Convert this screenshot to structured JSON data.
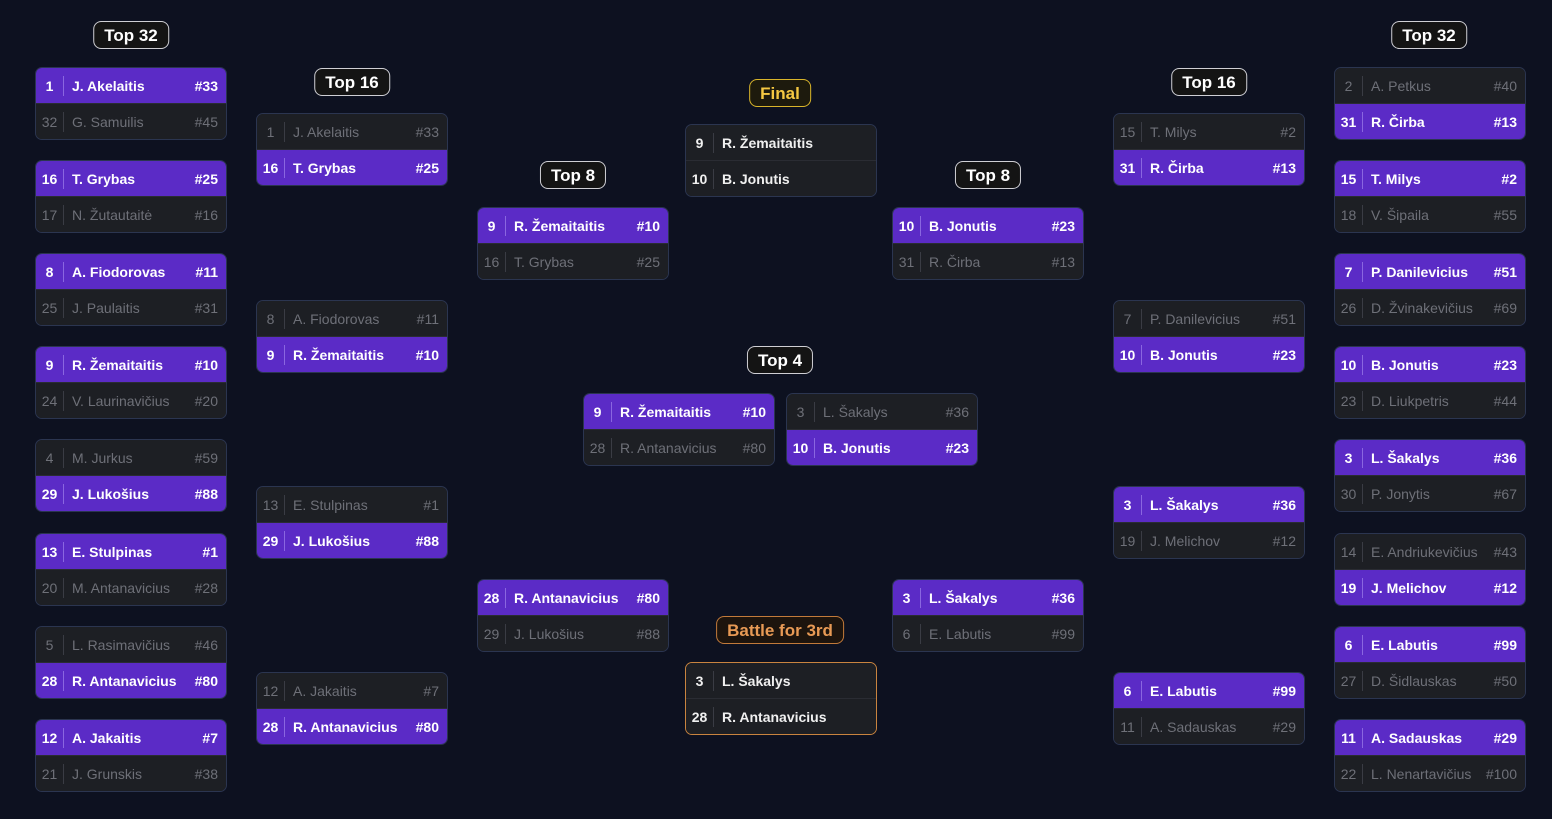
{
  "labels": {
    "top32_left": "Top 32",
    "top16_left": "Top 16",
    "top8_left": "Top 8",
    "final": "Final",
    "top4": "Top 4",
    "battle3rd": "Battle for 3rd",
    "top8_right": "Top 8",
    "top16_right": "Top 16",
    "top32_right": "Top 32"
  },
  "colors": {
    "background": "#0d1120",
    "winner": "#5b2bc6",
    "card": "#1d1f24",
    "final_accent": "#f5c842",
    "bronze_accent": "#e89a55"
  },
  "matches": [
    {
      "id": "l32-1",
      "rows": [
        {
          "seed": "1",
          "name": "J. Akelaitis",
          "rank": "#33",
          "state": "win"
        },
        {
          "seed": "32",
          "name": "G. Samuilis",
          "rank": "#45",
          "state": "lose"
        }
      ]
    },
    {
      "id": "l32-2",
      "rows": [
        {
          "seed": "16",
          "name": "T. Grybas",
          "rank": "#25",
          "state": "win"
        },
        {
          "seed": "17",
          "name": "N. Žutautaitė",
          "rank": "#16",
          "state": "lose"
        }
      ]
    },
    {
      "id": "l32-3",
      "rows": [
        {
          "seed": "8",
          "name": "A. Fiodorovas",
          "rank": "#11",
          "state": "win"
        },
        {
          "seed": "25",
          "name": "J. Paulaitis",
          "rank": "#31",
          "state": "lose"
        }
      ]
    },
    {
      "id": "l32-4",
      "rows": [
        {
          "seed": "9",
          "name": "R. Žemaitaitis",
          "rank": "#10",
          "state": "win"
        },
        {
          "seed": "24",
          "name": "V. Laurinavičius",
          "rank": "#20",
          "state": "lose"
        }
      ]
    },
    {
      "id": "l32-5",
      "rows": [
        {
          "seed": "4",
          "name": "M. Jurkus",
          "rank": "#59",
          "state": "lose"
        },
        {
          "seed": "29",
          "name": "J. Lukošius",
          "rank": "#88",
          "state": "win"
        }
      ]
    },
    {
      "id": "l32-6",
      "rows": [
        {
          "seed": "13",
          "name": "E. Stulpinas",
          "rank": "#1",
          "state": "win"
        },
        {
          "seed": "20",
          "name": "M. Antanavicius",
          "rank": "#28",
          "state": "lose"
        }
      ]
    },
    {
      "id": "l32-7",
      "rows": [
        {
          "seed": "5",
          "name": "L. Rasimavičius",
          "rank": "#46",
          "state": "lose"
        },
        {
          "seed": "28",
          "name": "R. Antanavicius",
          "rank": "#80",
          "state": "win"
        }
      ]
    },
    {
      "id": "l32-8",
      "rows": [
        {
          "seed": "12",
          "name": "A. Jakaitis",
          "rank": "#7",
          "state": "win"
        },
        {
          "seed": "21",
          "name": "J. Grunskis",
          "rank": "#38",
          "state": "lose"
        }
      ]
    },
    {
      "id": "l16-1",
      "rows": [
        {
          "seed": "1",
          "name": "J. Akelaitis",
          "rank": "#33",
          "state": "lose"
        },
        {
          "seed": "16",
          "name": "T. Grybas",
          "rank": "#25",
          "state": "win"
        }
      ]
    },
    {
      "id": "l16-2",
      "rows": [
        {
          "seed": "8",
          "name": "A. Fiodorovas",
          "rank": "#11",
          "state": "lose"
        },
        {
          "seed": "9",
          "name": "R. Žemaitaitis",
          "rank": "#10",
          "state": "win"
        }
      ]
    },
    {
      "id": "l16-3",
      "rows": [
        {
          "seed": "13",
          "name": "E. Stulpinas",
          "rank": "#1",
          "state": "lose"
        },
        {
          "seed": "29",
          "name": "J. Lukošius",
          "rank": "#88",
          "state": "win"
        }
      ]
    },
    {
      "id": "l16-4",
      "rows": [
        {
          "seed": "12",
          "name": "A. Jakaitis",
          "rank": "#7",
          "state": "lose"
        },
        {
          "seed": "28",
          "name": "R. Antanavicius",
          "rank": "#80",
          "state": "win"
        }
      ]
    },
    {
      "id": "l8-1",
      "rows": [
        {
          "seed": "9",
          "name": "R. Žemaitaitis",
          "rank": "#10",
          "state": "win"
        },
        {
          "seed": "16",
          "name": "T. Grybas",
          "rank": "#25",
          "state": "lose"
        }
      ]
    },
    {
      "id": "l8-2",
      "rows": [
        {
          "seed": "28",
          "name": "R. Antanavicius",
          "rank": "#80",
          "state": "win"
        },
        {
          "seed": "29",
          "name": "J. Lukošius",
          "rank": "#88",
          "state": "lose"
        }
      ]
    },
    {
      "id": "final",
      "rows": [
        {
          "seed": "9",
          "name": "R. Žemaitaitis",
          "rank": "",
          "state": "plain"
        },
        {
          "seed": "10",
          "name": "B. Jonutis",
          "rank": "",
          "state": "plain"
        }
      ]
    },
    {
      "id": "t4-l",
      "rows": [
        {
          "seed": "9",
          "name": "R. Žemaitaitis",
          "rank": "#10",
          "state": "win"
        },
        {
          "seed": "28",
          "name": "R. Antanavicius",
          "rank": "#80",
          "state": "lose"
        }
      ]
    },
    {
      "id": "t4-r",
      "rows": [
        {
          "seed": "3",
          "name": "L. Šakalys",
          "rank": "#36",
          "state": "lose"
        },
        {
          "seed": "10",
          "name": "B. Jonutis",
          "rank": "#23",
          "state": "win"
        }
      ]
    },
    {
      "id": "bronze",
      "rows": [
        {
          "seed": "3",
          "name": "L. Šakalys",
          "rank": "",
          "state": "plain"
        },
        {
          "seed": "28",
          "name": "R. Antanavicius",
          "rank": "",
          "state": "plain"
        }
      ]
    },
    {
      "id": "r8-1",
      "rows": [
        {
          "seed": "10",
          "name": "B. Jonutis",
          "rank": "#23",
          "state": "win"
        },
        {
          "seed": "31",
          "name": "R. Čirba",
          "rank": "#13",
          "state": "lose"
        }
      ]
    },
    {
      "id": "r8-2",
      "rows": [
        {
          "seed": "3",
          "name": "L. Šakalys",
          "rank": "#36",
          "state": "win"
        },
        {
          "seed": "6",
          "name": "E. Labutis",
          "rank": "#99",
          "state": "lose"
        }
      ]
    },
    {
      "id": "r16-1",
      "rows": [
        {
          "seed": "15",
          "name": "T. Milys",
          "rank": "#2",
          "state": "lose"
        },
        {
          "seed": "31",
          "name": "R. Čirba",
          "rank": "#13",
          "state": "win"
        }
      ]
    },
    {
      "id": "r16-2",
      "rows": [
        {
          "seed": "7",
          "name": "P. Danilevicius",
          "rank": "#51",
          "state": "lose"
        },
        {
          "seed": "10",
          "name": "B. Jonutis",
          "rank": "#23",
          "state": "win"
        }
      ]
    },
    {
      "id": "r16-3",
      "rows": [
        {
          "seed": "3",
          "name": "L. Šakalys",
          "rank": "#36",
          "state": "win"
        },
        {
          "seed": "19",
          "name": "J. Melichov",
          "rank": "#12",
          "state": "lose"
        }
      ]
    },
    {
      "id": "r16-4",
      "rows": [
        {
          "seed": "6",
          "name": "E. Labutis",
          "rank": "#99",
          "state": "win"
        },
        {
          "seed": "11",
          "name": "A. Sadauskas",
          "rank": "#29",
          "state": "lose"
        }
      ]
    },
    {
      "id": "r32-1",
      "rows": [
        {
          "seed": "2",
          "name": "A. Petkus",
          "rank": "#40",
          "state": "lose"
        },
        {
          "seed": "31",
          "name": "R. Čirba",
          "rank": "#13",
          "state": "win"
        }
      ]
    },
    {
      "id": "r32-2",
      "rows": [
        {
          "seed": "15",
          "name": "T. Milys",
          "rank": "#2",
          "state": "win"
        },
        {
          "seed": "18",
          "name": "V. Šipaila",
          "rank": "#55",
          "state": "lose"
        }
      ]
    },
    {
      "id": "r32-3",
      "rows": [
        {
          "seed": "7",
          "name": "P. Danilevicius",
          "rank": "#51",
          "state": "win"
        },
        {
          "seed": "26",
          "name": "D. Žvinakevičius",
          "rank": "#69",
          "state": "lose"
        }
      ]
    },
    {
      "id": "r32-4",
      "rows": [
        {
          "seed": "10",
          "name": "B. Jonutis",
          "rank": "#23",
          "state": "win"
        },
        {
          "seed": "23",
          "name": "D. Liukpetris",
          "rank": "#44",
          "state": "lose"
        }
      ]
    },
    {
      "id": "r32-5",
      "rows": [
        {
          "seed": "3",
          "name": "L. Šakalys",
          "rank": "#36",
          "state": "win"
        },
        {
          "seed": "30",
          "name": "P. Jonytis",
          "rank": "#67",
          "state": "lose"
        }
      ]
    },
    {
      "id": "r32-6",
      "rows": [
        {
          "seed": "14",
          "name": "E. Andriukevičius",
          "rank": "#43",
          "state": "lose"
        },
        {
          "seed": "19",
          "name": "J. Melichov",
          "rank": "#12",
          "state": "win"
        }
      ]
    },
    {
      "id": "r32-7",
      "rows": [
        {
          "seed": "6",
          "name": "E. Labutis",
          "rank": "#99",
          "state": "win"
        },
        {
          "seed": "27",
          "name": "D. Šidlauskas",
          "rank": "#50",
          "state": "lose"
        }
      ]
    },
    {
      "id": "r32-8",
      "rows": [
        {
          "seed": "11",
          "name": "A. Sadauskas",
          "rank": "#29",
          "state": "win"
        },
        {
          "seed": "22",
          "name": "L. Nenartavičius",
          "rank": "#100",
          "state": "lose"
        }
      ]
    }
  ]
}
